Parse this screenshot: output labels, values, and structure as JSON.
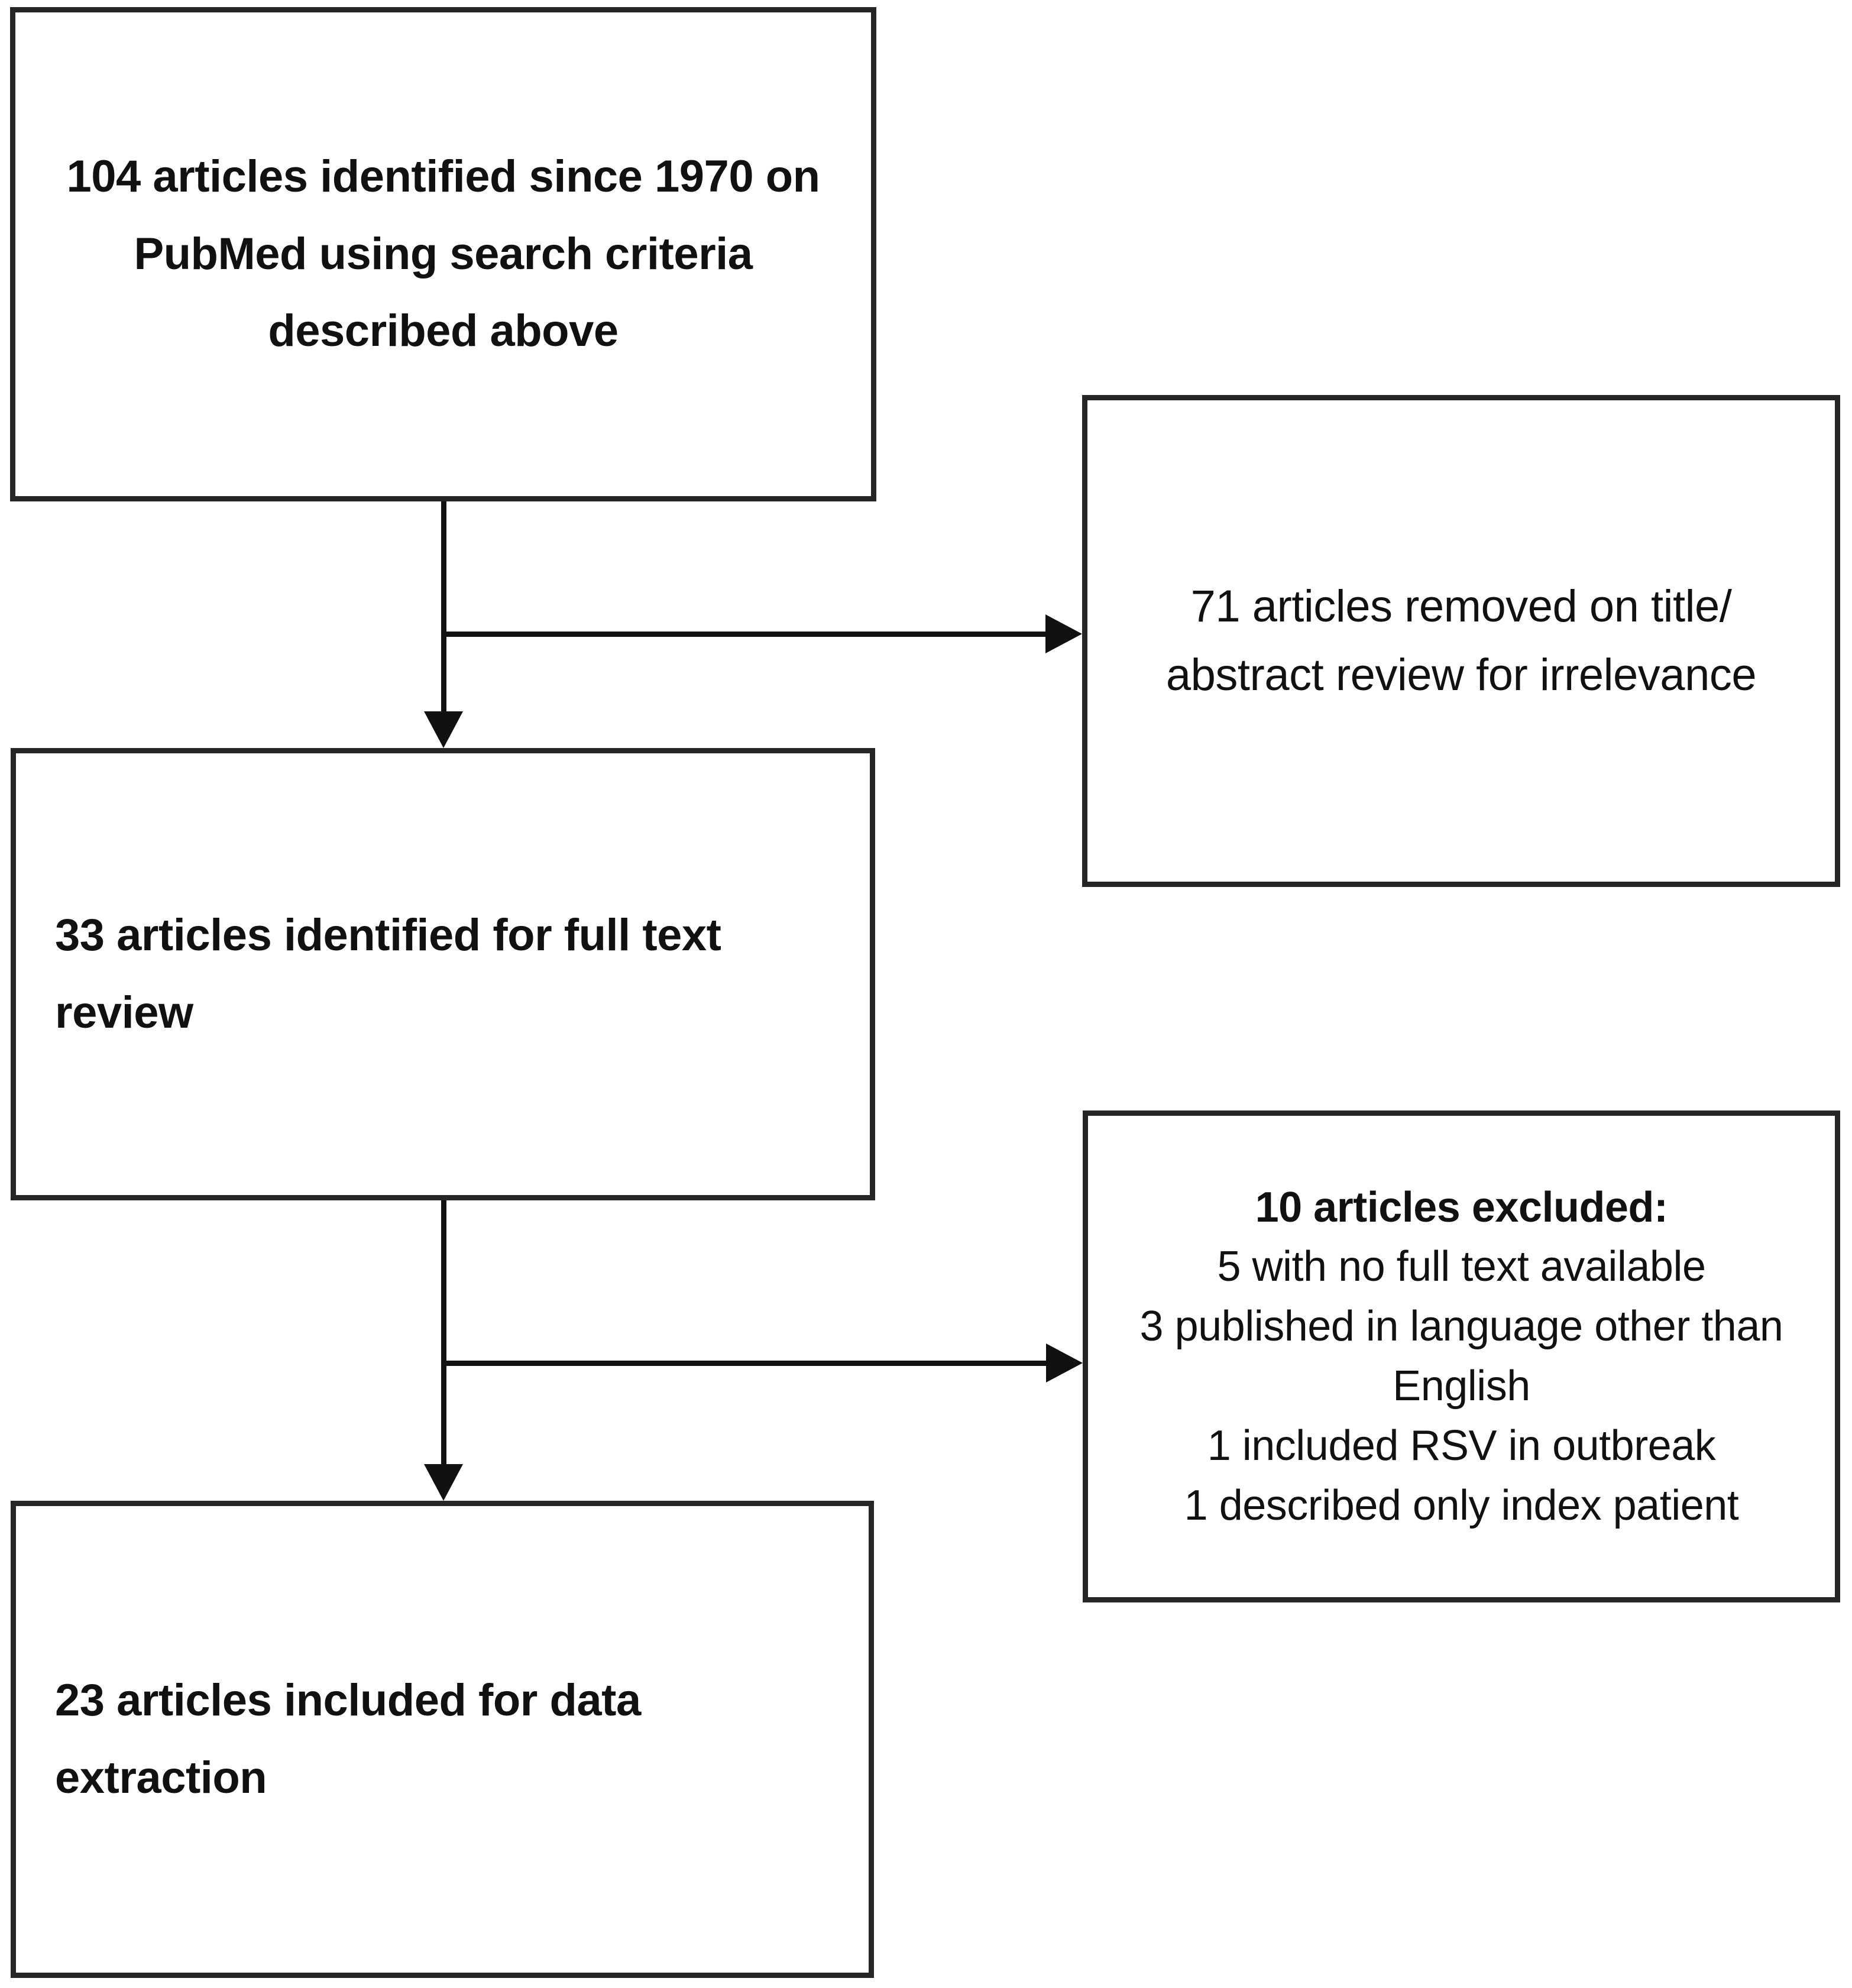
{
  "diagram": {
    "title": "PRISMA-style article selection flowchart",
    "colors": {
      "box_border": "#262626",
      "connector": "#111111",
      "background": "#ffffff",
      "text": "#111111"
    },
    "nodes": [
      {
        "id": "identified",
        "text": "104 articles identified since 1970 on PubMed using search criteria described above",
        "count": 104,
        "align": "center",
        "weight": "bold"
      },
      {
        "id": "removed",
        "text": "71 articles removed on title/ abstract review for irrelevance",
        "count": 71,
        "align": "center",
        "weight": "regular"
      },
      {
        "id": "fulltext",
        "text": "33 articles identified for full text review",
        "count": 33,
        "align": "left",
        "weight": "bold"
      },
      {
        "id": "excluded",
        "header": "10 articles excluded:",
        "count": 10,
        "reasons": [
          "5 with no full text available",
          "3 published in language other than English",
          "1 included RSV in outbreak",
          "1 described only index patient"
        ],
        "align": "center",
        "weight": "mixed"
      },
      {
        "id": "included",
        "text": "23 articles included for data extraction",
        "count": 23,
        "align": "left",
        "weight": "bold"
      }
    ],
    "edges": [
      {
        "id": "edge-identified-to-fulltext",
        "from": "identified",
        "to": "fulltext",
        "type": "down-arrow"
      },
      {
        "id": "edge-identified-to-removed",
        "from": "identified",
        "to": "removed",
        "type": "right-arrow"
      },
      {
        "id": "edge-fulltext-to-included",
        "from": "fulltext",
        "to": "included",
        "type": "down-arrow"
      },
      {
        "id": "edge-fulltext-to-excluded",
        "from": "fulltext",
        "to": "excluded",
        "type": "right-arrow"
      }
    ]
  }
}
